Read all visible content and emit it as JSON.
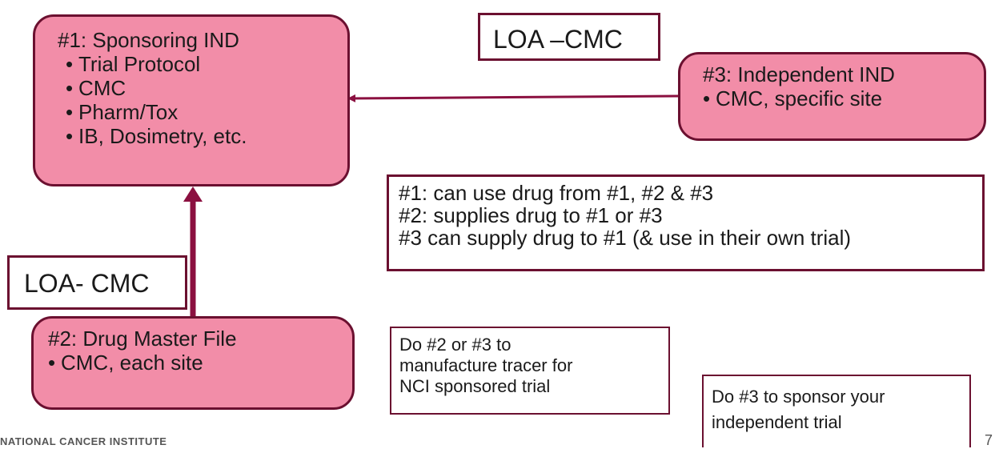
{
  "box1": {
    "title": "#1: Sponsoring IND",
    "items": [
      "Trial Protocol",
      "CMC",
      "Pharm/Tox",
      "IB, Dosimetry, etc."
    ]
  },
  "box2": {
    "title": "#2: Drug Master File",
    "items": [
      "CMC, each site"
    ]
  },
  "box3": {
    "title": "#3: Independent IND",
    "items": [
      "CMC, specific site"
    ]
  },
  "loa_top": "LOA –CMC",
  "loa_left": "LOA- CMC",
  "rules": [
    "#1:  can use drug from #1, #2 & #3",
    "#2:  supplies drug to #1 or #3",
    "#3 can supply drug to #1 (& use in their own trial)"
  ],
  "note_nci": [
    "Do #2 or #3 to",
    "manufacture tracer for",
    "NCI sponsored trial"
  ],
  "note_independent": [
    "Do #3 to sponsor your",
    "independent trial"
  ],
  "footer": "NATIONAL CANCER INSTITUTE",
  "page_number": "7",
  "colors": {
    "box_fill": "#f28da8",
    "border": "#6b1030",
    "arrow": "#8b1040"
  }
}
